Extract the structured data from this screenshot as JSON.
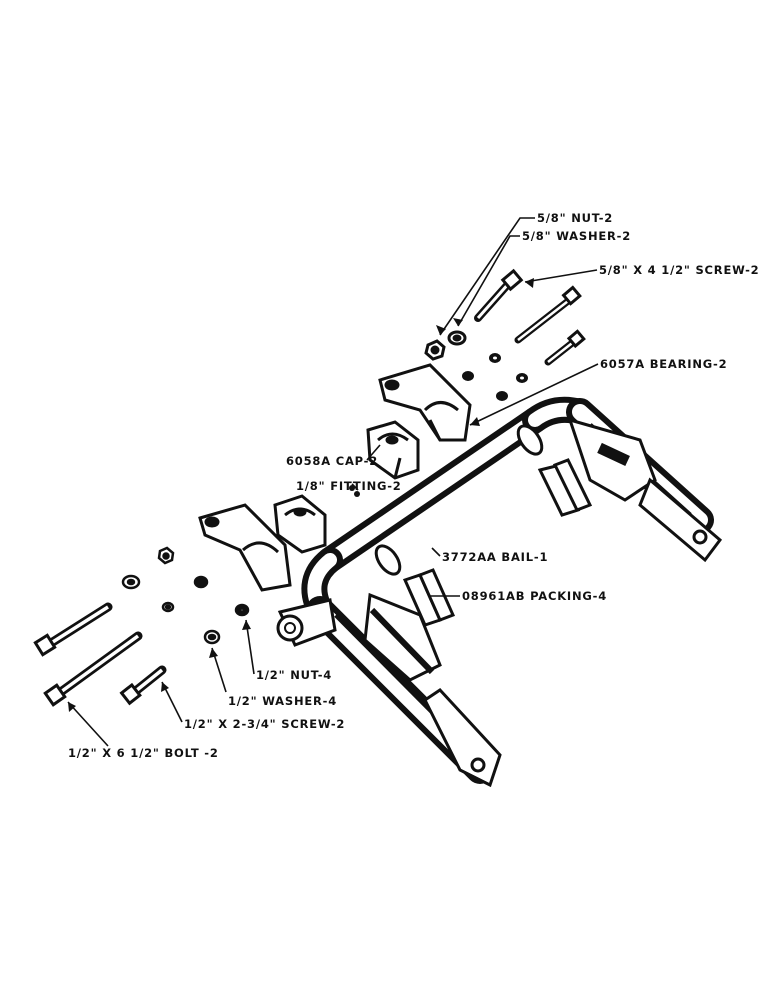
{
  "labels": {
    "nut_58": "5/8\" NUT-2",
    "washer_58": "5/8\" WASHER-2",
    "screw_58": "5/8\" X 4 1/2\" SCREW-2",
    "bearing": "6057A BEARING-2",
    "cap": "6058A CAP-2",
    "fitting": "1/8\" FITTING-2",
    "bail": "3772AA BAIL-1",
    "packing": "08961AB PACKING-4",
    "nut_12": "1/2\" NUT-4",
    "washer_12": "1/2\" WASHER-4",
    "screw_12": "1/2\" X 2-3/4\" SCREW-2",
    "bolt_12": "1/2\" X 6 1/2\" BOLT -2"
  },
  "colors": {
    "ink": "#111111",
    "paper": "#ffffff"
  }
}
